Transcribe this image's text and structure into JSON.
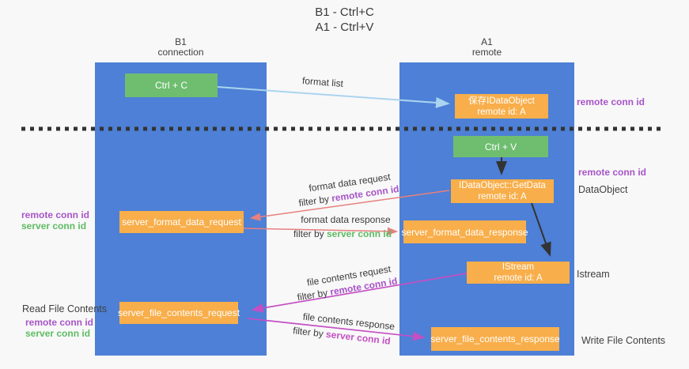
{
  "title": {
    "line1": "B1 - Ctrl+C",
    "line2": "A1 - Ctrl+V"
  },
  "columns": {
    "left": {
      "name": "B1",
      "subtitle": "connection"
    },
    "right": {
      "name": "A1",
      "subtitle": "remote"
    }
  },
  "nodes": {
    "ctrl_c": {
      "label": "Ctrl + C"
    },
    "save_idataobject": {
      "line1": "保存IDataObject",
      "line2": "remote id: A"
    },
    "ctrl_v": {
      "label": "Ctrl + V"
    },
    "getdata": {
      "line1": "IDataObject::GetData",
      "line2": "remote id: A"
    },
    "format_request": {
      "label": "server_format_data_request"
    },
    "format_response": {
      "label": "server_format_data_response"
    },
    "istream": {
      "line1": "IStream",
      "line2": "remote id: A"
    },
    "file_request": {
      "label": "server_file_contents_request"
    },
    "file_response": {
      "label": "server_file_contents_response"
    }
  },
  "arrows": {
    "format_list": {
      "label": "format list"
    },
    "format_data_request": {
      "label": "format data request",
      "filter_prefix": "filter by ",
      "filter_key": "remote conn id"
    },
    "format_data_response": {
      "label": "format data response",
      "filter_prefix": "filter by ",
      "filter_key": "server conn id"
    },
    "file_contents_request": {
      "label": "file contents request",
      "filter_prefix": "filter by ",
      "filter_key": "remote conn id"
    },
    "file_contents_response": {
      "label": "file contents response",
      "filter_prefix": "filter by ",
      "filter_key": "server conn id"
    }
  },
  "side_labels": {
    "right_top_remote_conn_id": "remote conn id",
    "right_mid_remote_conn_id": "remote conn id",
    "dataobject": "DataObject",
    "istream": "Istream",
    "write_file_contents": "Write File Contents",
    "left_remote_conn_id_1": "remote conn id",
    "left_server_conn_id_1": "server conn id",
    "read_file_contents": "Read File Contents",
    "left_remote_conn_id_2": "remote conn id",
    "left_server_conn_id_2": "server conn id"
  },
  "colors": {
    "bg": "#f8f8f8",
    "column_blue": "#4d80d6",
    "box_green": "#6fbe70",
    "box_orange": "#f8ae4a",
    "arrow_red": "#e88080",
    "arrow_magenta": "#c44fc4",
    "arrow_lightblue": "#aad4f0",
    "arrow_black": "#333333",
    "text_purple": "#a854c8",
    "text_green": "#5fbb63",
    "text_magenta": "#c44fc4"
  }
}
